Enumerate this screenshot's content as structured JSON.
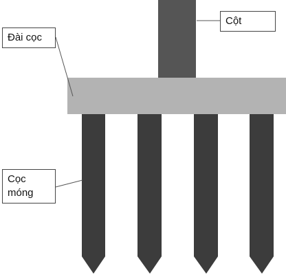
{
  "colors": {
    "column": "#555555",
    "cap": "#b3b3b3",
    "pile": "#3c3c3c",
    "leader": "#555555",
    "label_border": "#444444"
  },
  "labels": {
    "column": "Cột",
    "pile_cap": "Đài cọc",
    "piles": [
      "Cọc",
      "móng"
    ]
  },
  "structure": {
    "pile_count": 4
  }
}
